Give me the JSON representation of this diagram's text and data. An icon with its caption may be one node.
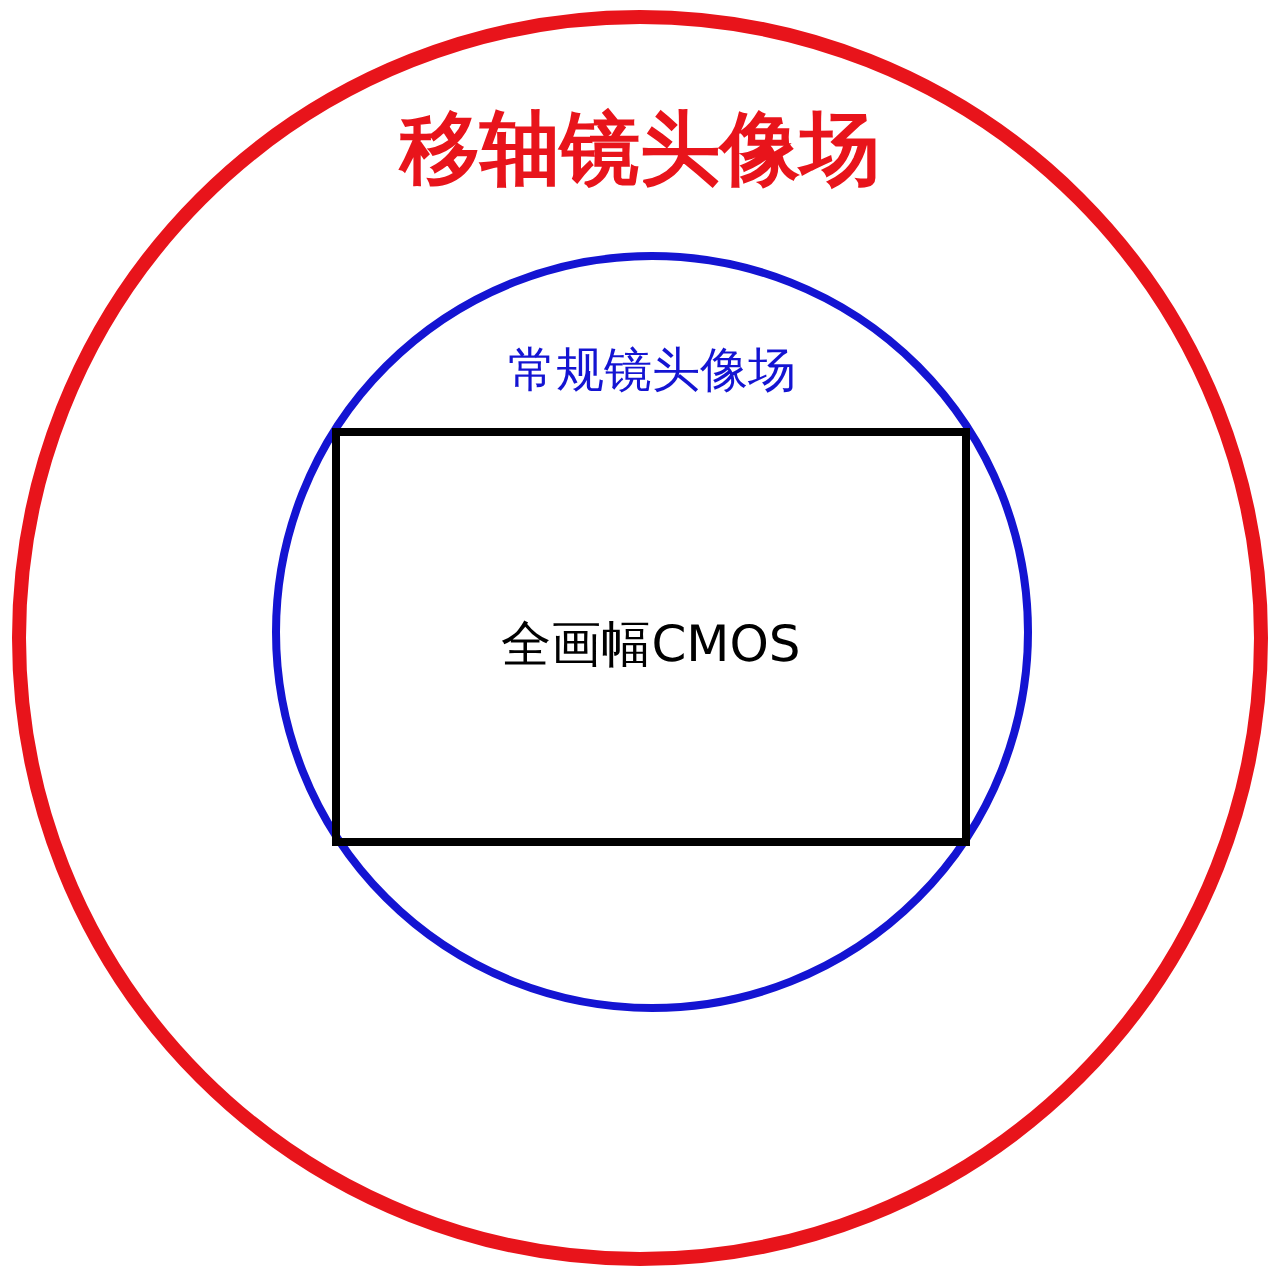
{
  "diagram": {
    "nodes": [
      {
        "text": [
          "移轴镜头像场"
        ]
      },
      {
        "text": [
          "常规镜头像场"
        ],
        "in": 0
      },
      {
        "text": [
          "全画幅CMOS"
        ],
        "in": 1
      }
    ]
  }
}
